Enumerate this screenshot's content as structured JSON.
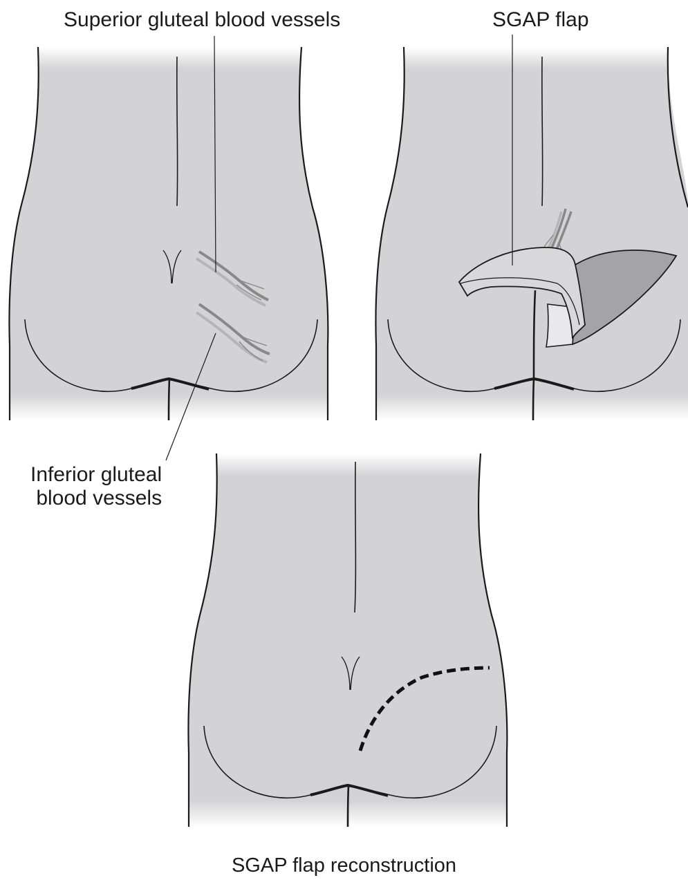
{
  "labels": {
    "superior_vessels": "Superior gluteal blood vessels",
    "sgap_flap": "SGAP flap",
    "inferior_vessels_line1": "Inferior gluteal",
    "inferior_vessels_line2": "blood vessels",
    "caption": "SGAP flap reconstruction"
  },
  "colors": {
    "skin": "#d3d3d5",
    "outline": "#1a1a1a",
    "vessel_dark": "#888888",
    "vessel_light": "#b5b5b5",
    "flap_dark": "#a4a4a6",
    "flap_light": "#e9e9eb"
  }
}
